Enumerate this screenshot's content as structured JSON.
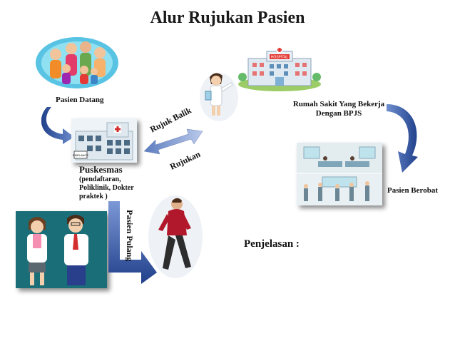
{
  "title": "Alur Rujukan Pasien",
  "nodes": {
    "pasien_datang": "Pasien Datang",
    "puskesmas": "Puskesmas",
    "puskesmas_detail_1": "(pendaftaran,",
    "puskesmas_detail_2": "Poliklinik, Dokter",
    "puskesmas_detail_3": "praktek )",
    "rumah_sakit_1": "Rumah Sakit Yang Bekerja",
    "rumah_sakit_2": "Dengan BPJS",
    "pasien_berobat": "Pasien Berobat",
    "pasien_pulang": "Pasien Pulang",
    "penjelasan": "Penjelasan :"
  },
  "arrows": {
    "rujuk_balik": "Rujuk Balik",
    "rujukan": "Rujukan"
  },
  "sign_text": {
    "hospital": "HOSPITAL",
    "ambulance": "EMELANCE"
  },
  "colors": {
    "arrow_blue": "#1f3f8a",
    "arrow_light": "#6f8fd0",
    "double_arrow": "#8ea6d6",
    "shirt_red": "#b2182b"
  }
}
